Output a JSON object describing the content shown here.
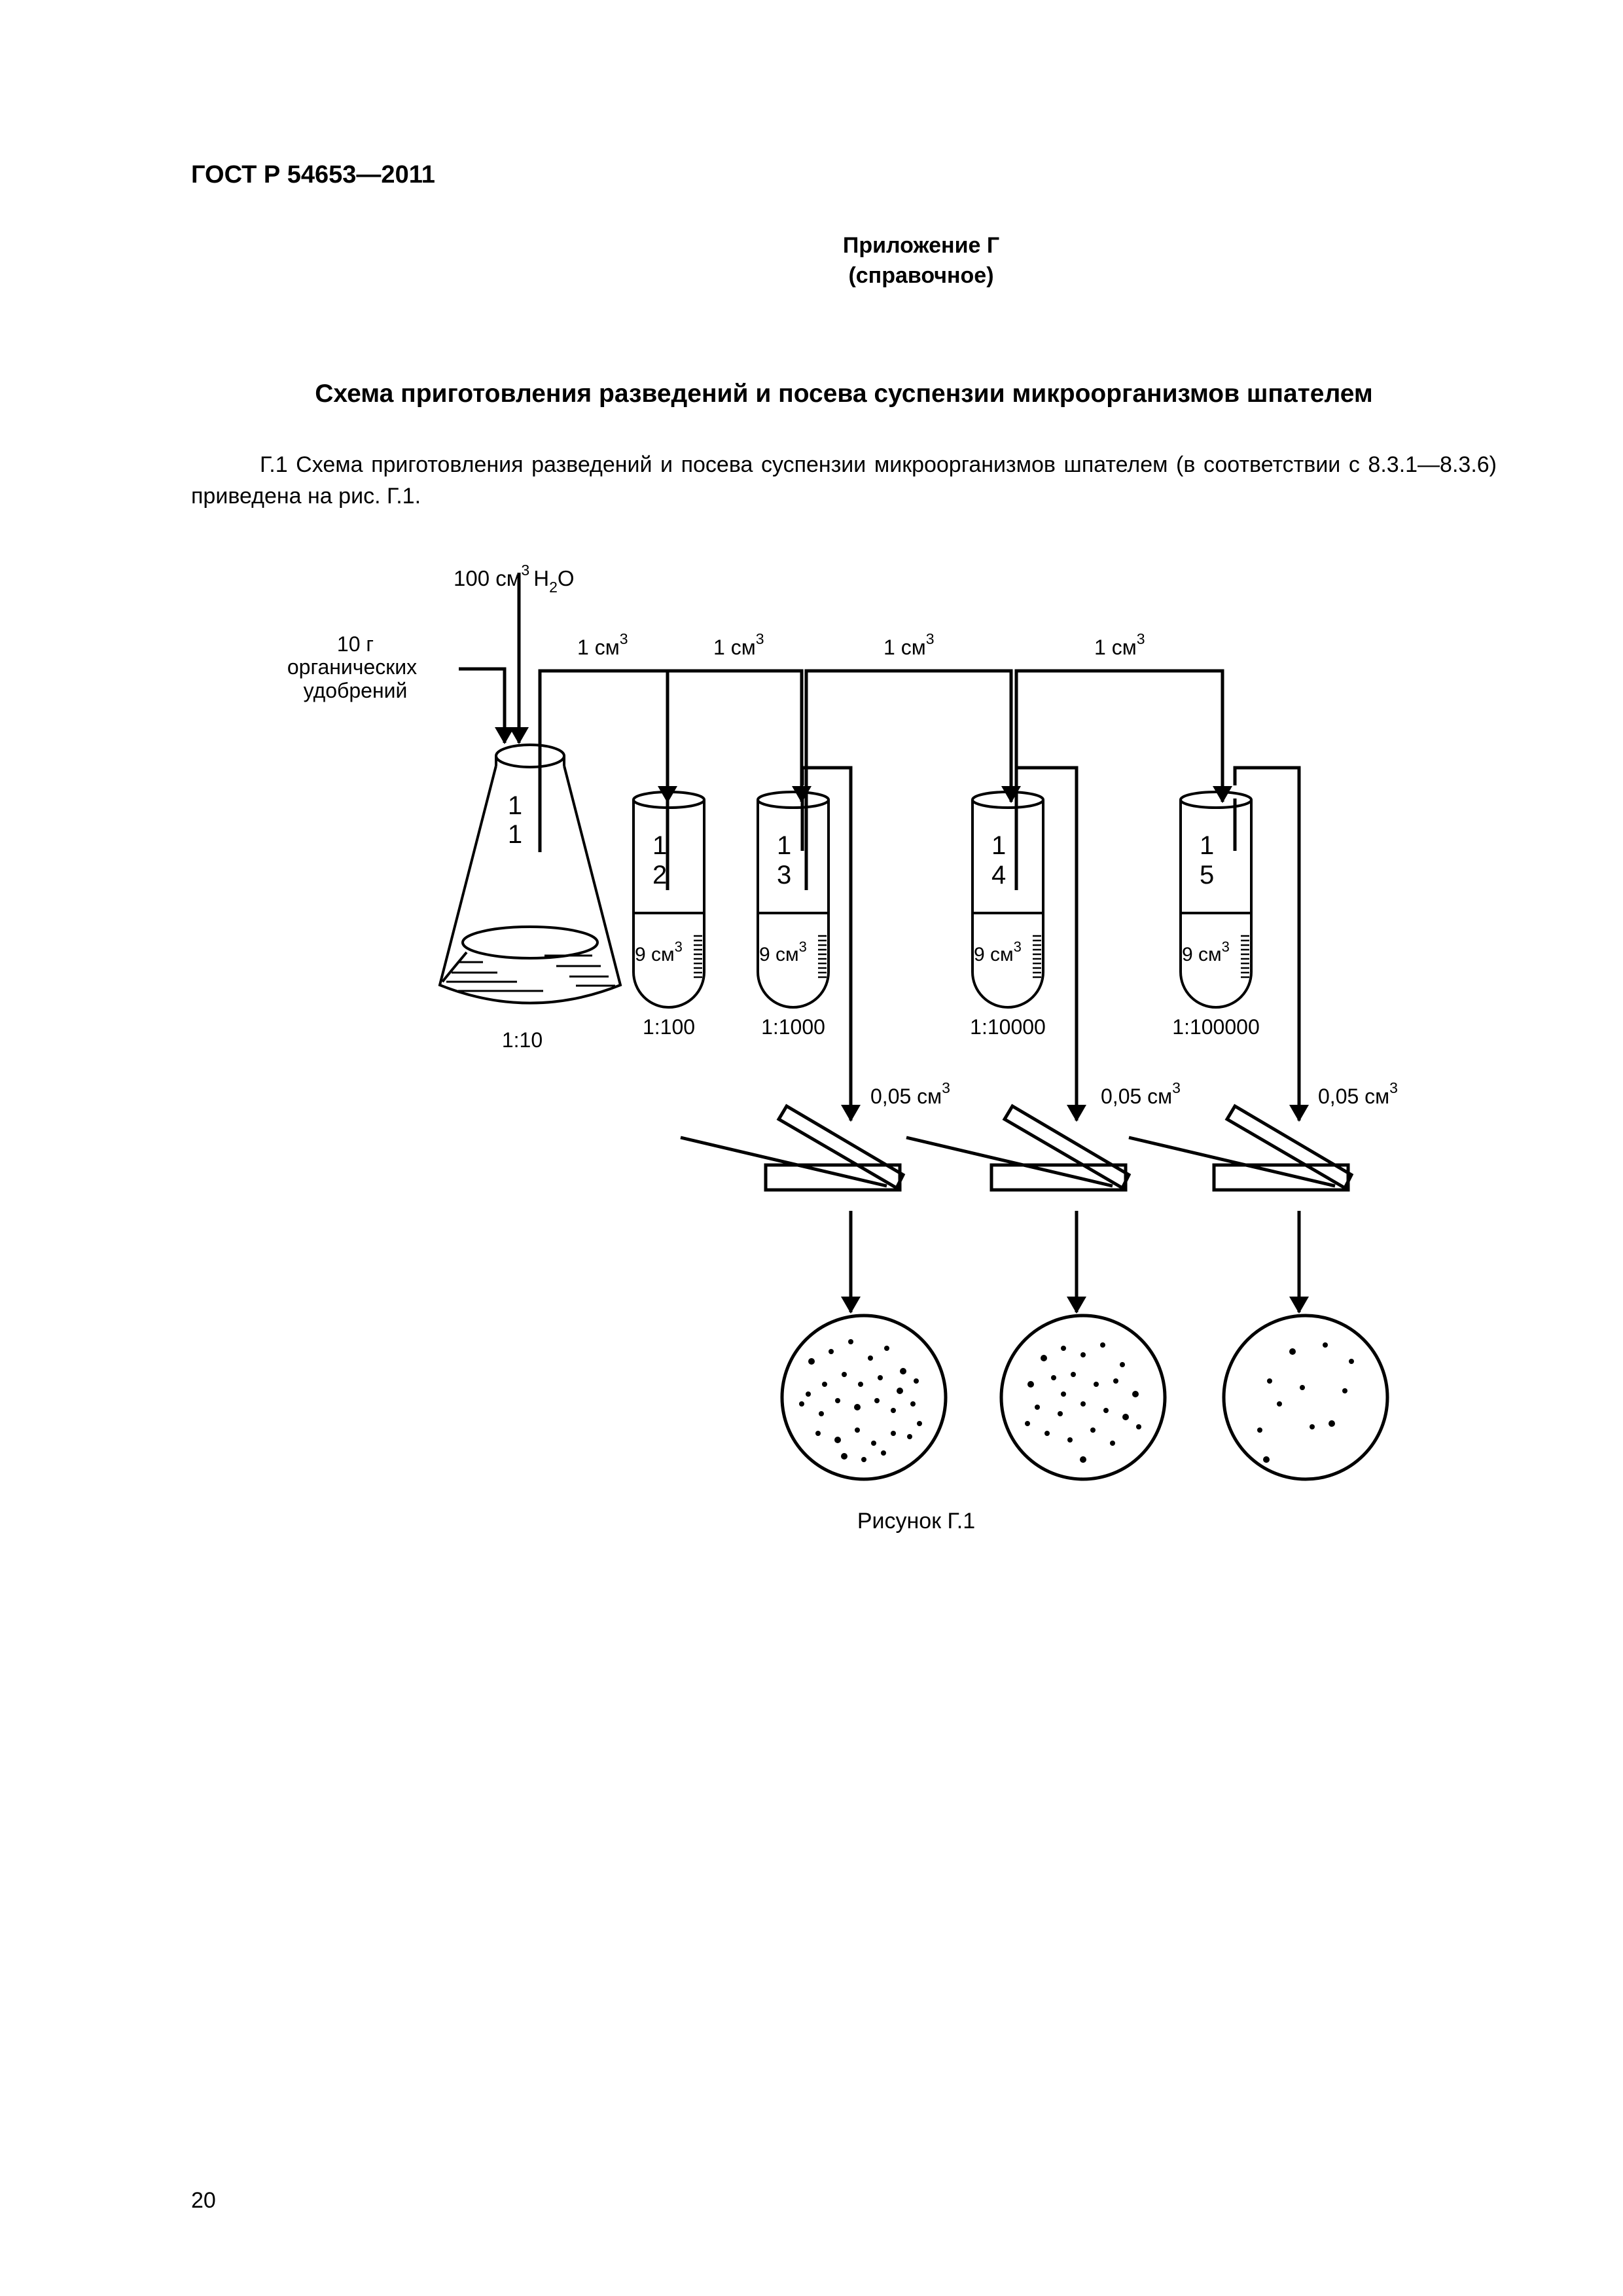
{
  "header": {
    "standard_number": "ГОСТ Р 54653—2011"
  },
  "appendix": {
    "title": "Приложение Г",
    "type": "(справочное)"
  },
  "section": {
    "title": "Схема приготовления разведений и посева суспензии микроорганизмов шпателем",
    "paragraph": "Г.1 Схема приготовления разведений и посева суспензии микроорганизмов шпателем (в соответствии с 8.3.1—8.3.6) приведена на рис. Г.1."
  },
  "figure": {
    "water_label": "100 см",
    "water_sup": "3",
    "water_formula": "H",
    "water_sub": "2",
    "water_tail": "O",
    "sample_label_lines": [
      "10 г",
      "органических",
      "удобрений"
    ],
    "transfer_label": "1 см",
    "transfer_sup": "3",
    "flask_number_lines": [
      "1",
      "1"
    ],
    "tube_volume": "9 см",
    "tube_volume_sup": "3",
    "tubes": [
      {
        "number_lines": [
          "1",
          "2"
        ],
        "dilution": "1:100"
      },
      {
        "number_lines": [
          "1",
          "3"
        ],
        "dilution": "1:1000"
      },
      {
        "number_lines": [
          "1",
          "4"
        ],
        "dilution": "1:10000"
      },
      {
        "number_lines": [
          "1",
          "5"
        ],
        "dilution": "1:100000"
      }
    ],
    "flask_dilution": "1:10",
    "inoculum_label": "0,05 см",
    "inoculum_sup": "3",
    "caption": "Рисунок Г.1"
  },
  "page_number": "20"
}
